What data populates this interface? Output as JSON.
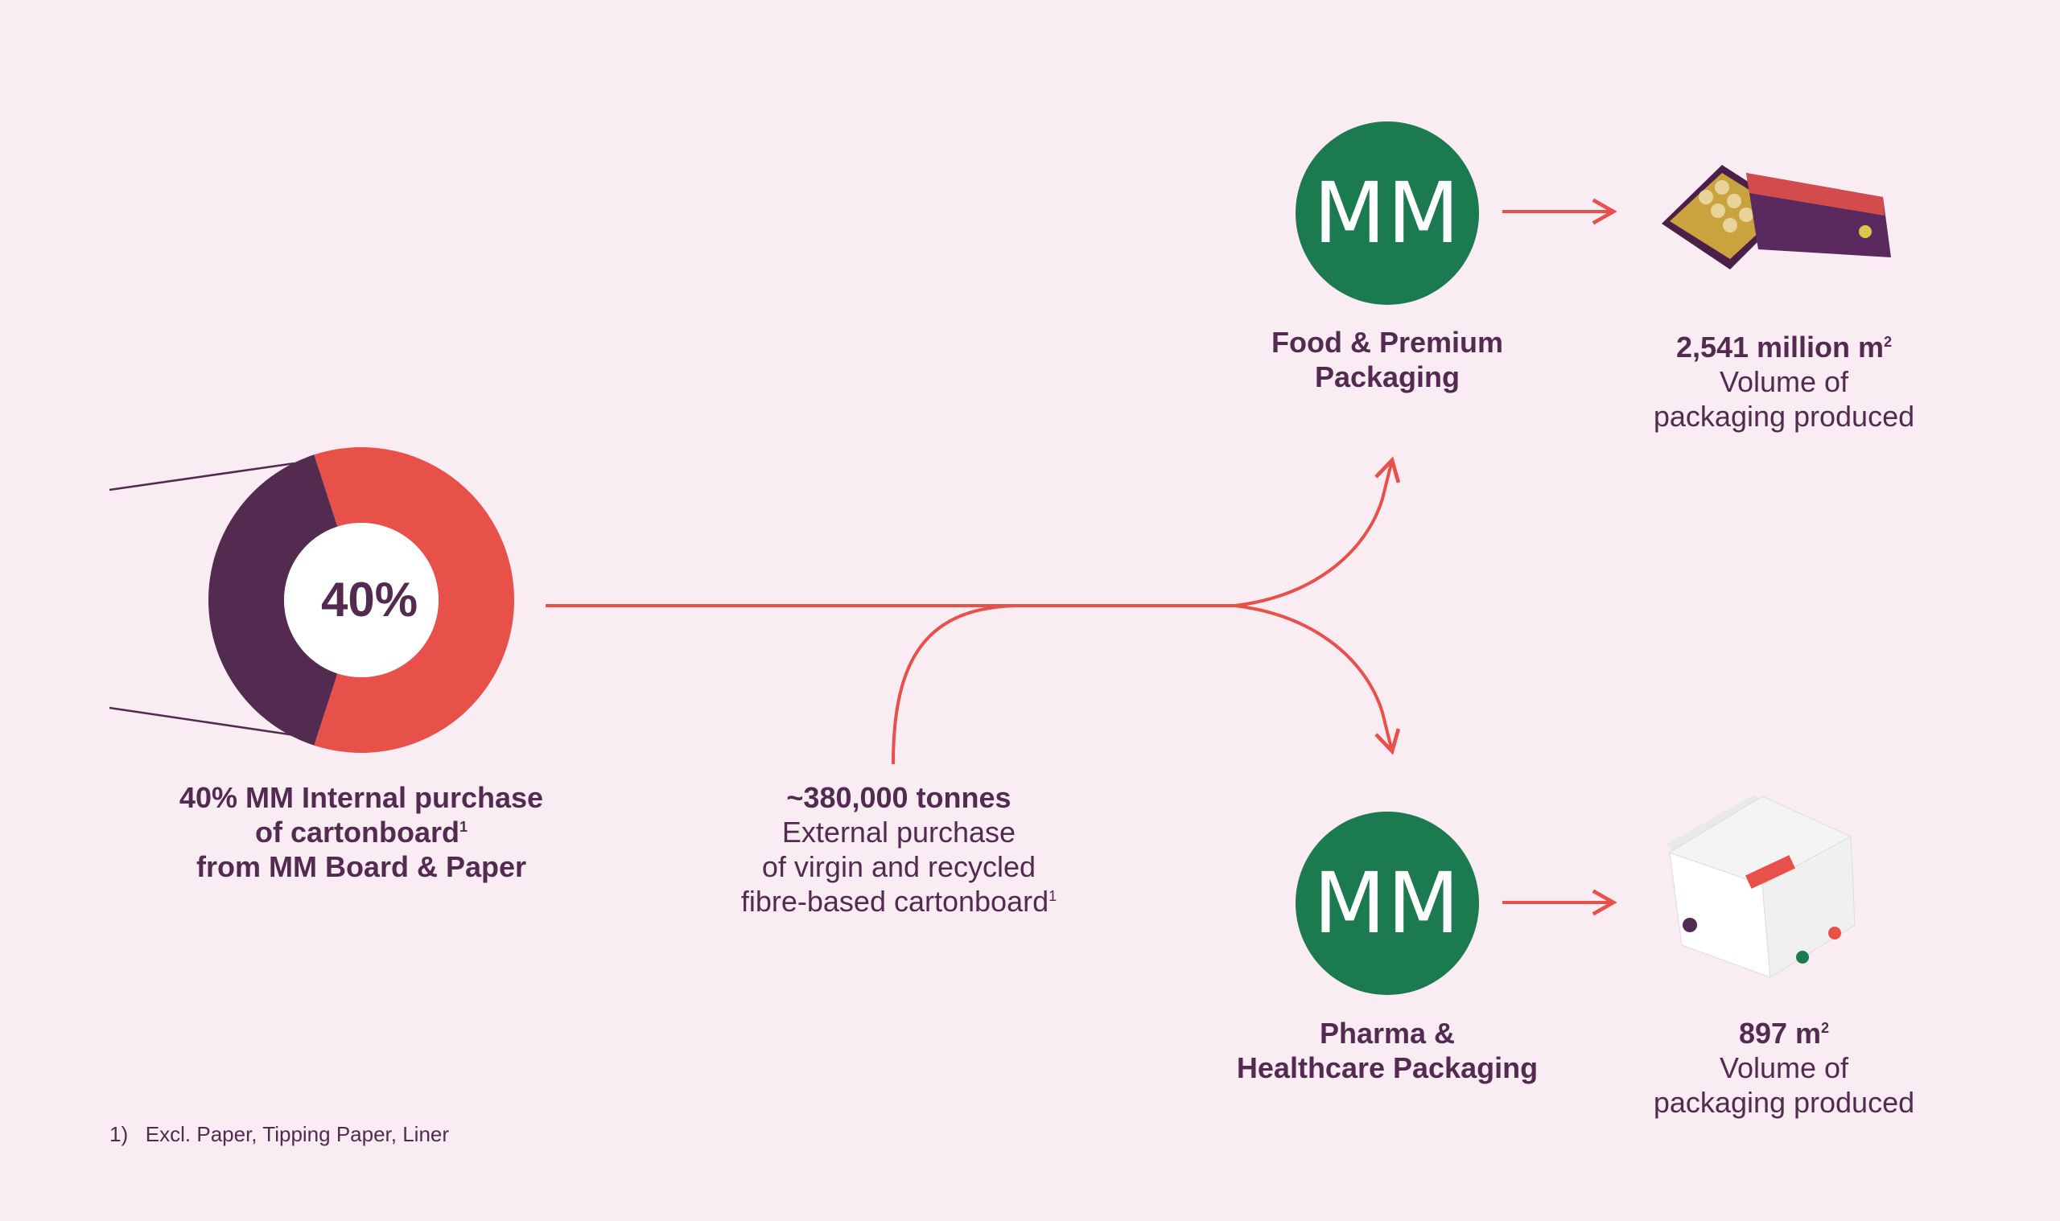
{
  "colors": {
    "background": "#f9ecf3",
    "purple": "#532a50",
    "red": "#e8514a",
    "green": "#1b7a4f"
  },
  "donut": {
    "center_label": "40%",
    "internal_share_percent": 40,
    "caption": [
      "40% MM Internal purchase",
      "of cartonboard",
      "from MM Board & Paper"
    ],
    "caption_sup": "1"
  },
  "external": {
    "headline": "~380,000 tonnes",
    "lines": [
      "External purchase",
      "of virgin and recycled",
      "fibre-based cartonboard"
    ],
    "sup": "1"
  },
  "divisions": [
    {
      "logo": "MM",
      "name": [
        "Food & Premium",
        "Packaging"
      ],
      "value": "2,541 million m",
      "value_sup": "2",
      "desc": [
        "Volume of",
        "packaging produced"
      ],
      "image": "confectionery-box"
    },
    {
      "logo": "MM",
      "name": [
        "Pharma &",
        "Healthcare Packaging"
      ],
      "value": "897 m",
      "value_sup": "2",
      "desc": [
        "Volume of",
        "packaging produced"
      ],
      "image": "pharma-box"
    }
  ],
  "footnote": {
    "marker": "1)",
    "text": "Excl. Paper, Tipping Paper, Liner"
  }
}
